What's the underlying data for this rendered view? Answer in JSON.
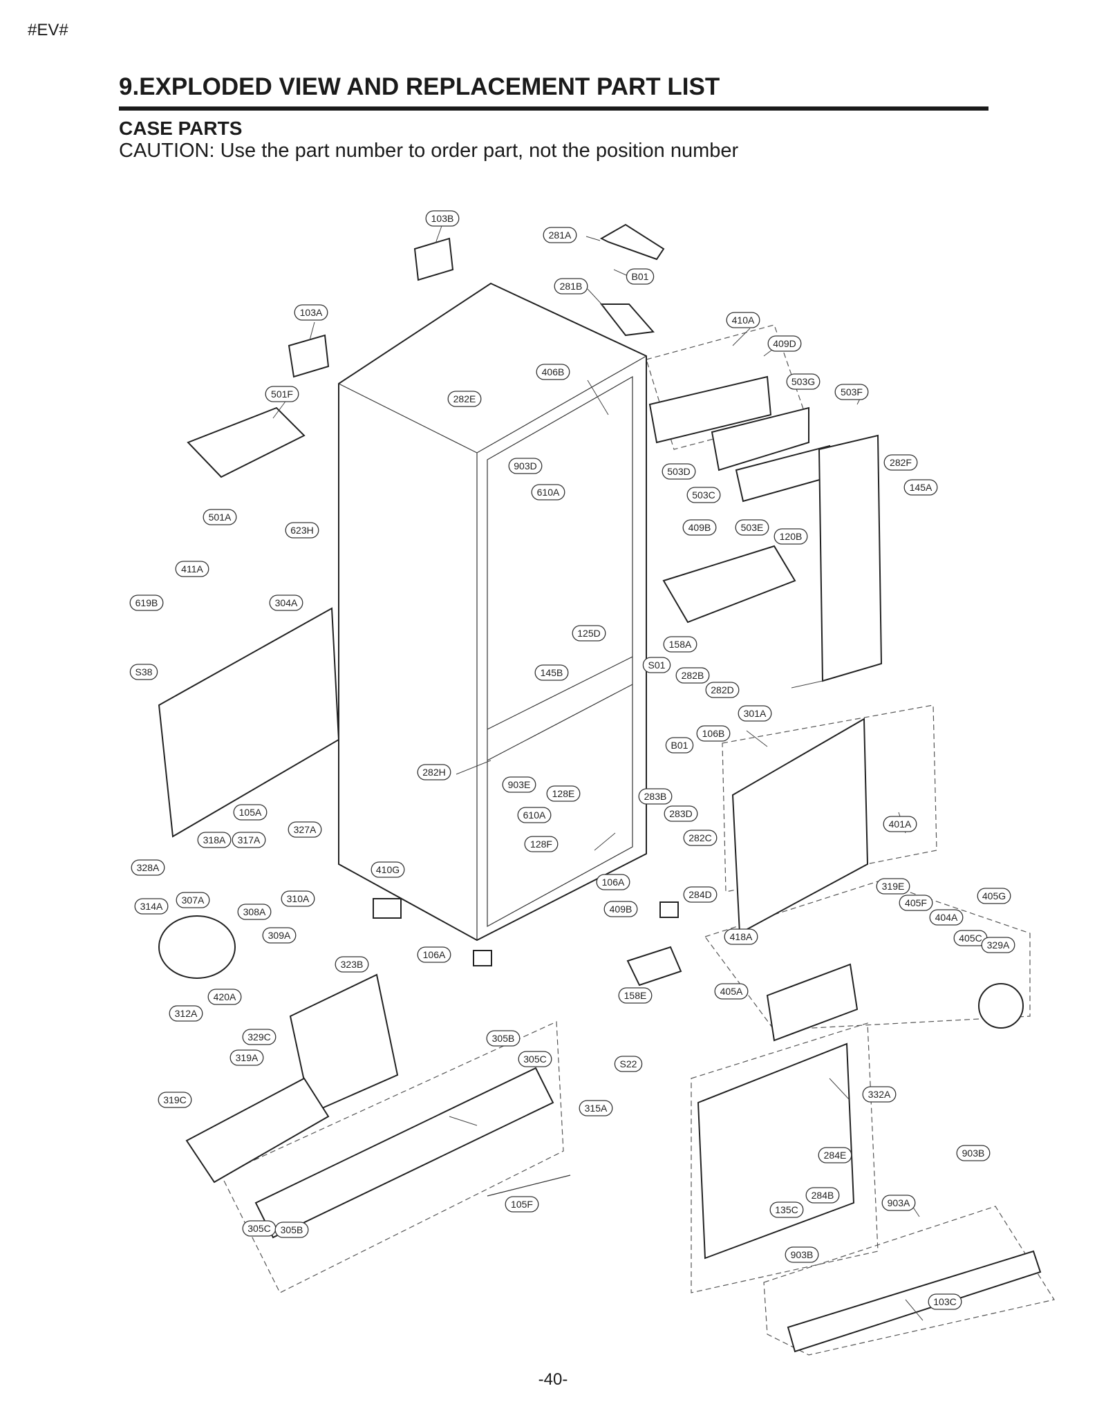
{
  "header": {
    "tag": "#EV#",
    "title": "9.EXPLODED VIEW AND REPLACEMENT PART LIST",
    "subtitle": "CASE PARTS",
    "caution": "CAUTION: Use the part number to order part, not the position number"
  },
  "footer": {
    "page_number": "-40-"
  },
  "callouts": [
    "103B",
    "281A",
    "B01",
    "281B",
    "103A",
    "410A",
    "409D",
    "406B",
    "503G",
    "503F",
    "282E",
    "501F",
    "903D",
    "610A",
    "503D",
    "503C",
    "282F",
    "145A",
    "623H",
    "501A",
    "409B",
    "503E",
    "120B",
    "411A",
    "619B",
    "304A",
    "125D",
    "158A",
    "S38",
    "S01",
    "145B",
    "282B",
    "282D",
    "301A",
    "106B",
    "B01",
    "282H",
    "903E",
    "128E",
    "610A",
    "283B",
    "283D",
    "105A",
    "327A",
    "401A",
    "318A",
    "317A",
    "128F",
    "282C",
    "328A",
    "410G",
    "106A",
    "284D",
    "319E",
    "405F",
    "405G",
    "314A",
    "307A",
    "308A",
    "310A",
    "409B",
    "404A",
    "418A",
    "309A",
    "405C",
    "329A",
    "106A",
    "323B",
    "405A",
    "158E",
    "420A",
    "312A",
    "329C",
    "305B",
    "305C",
    "S22",
    "319A",
    "319C",
    "315A",
    "332A",
    "284E",
    "903B",
    "284B",
    "105F",
    "135C",
    "903A",
    "305C",
    "305B",
    "903B",
    "103C"
  ]
}
